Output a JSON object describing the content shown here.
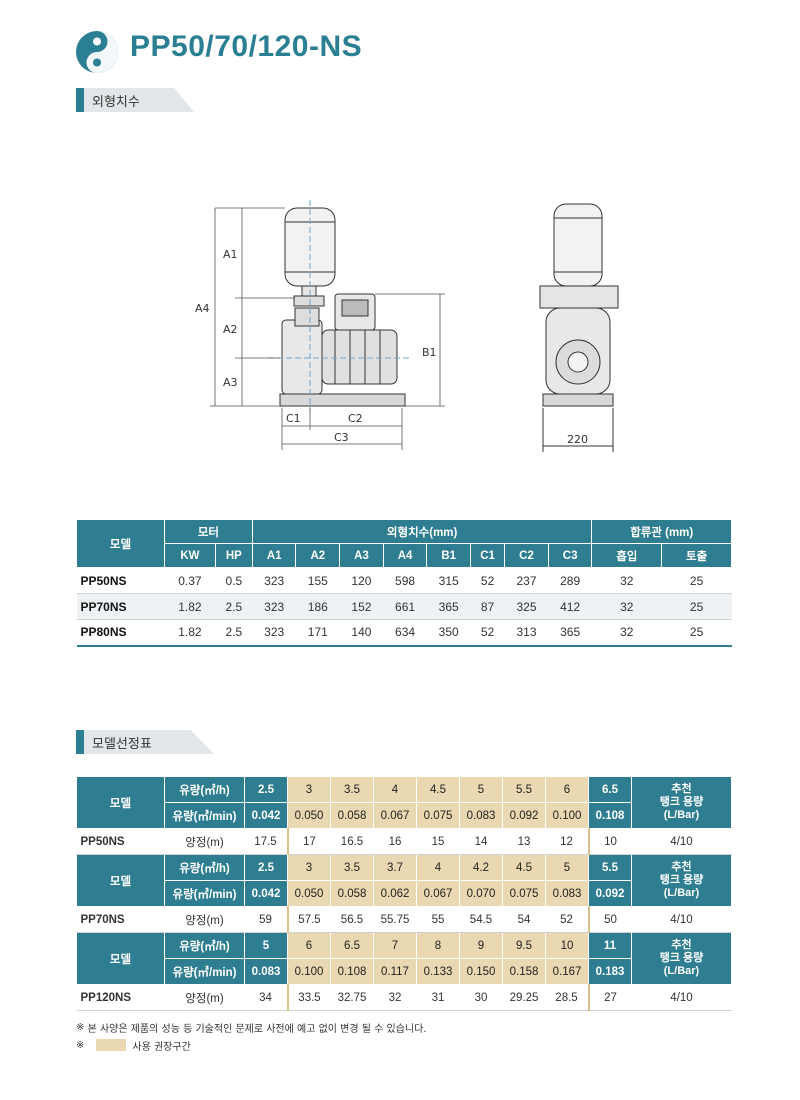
{
  "header": {
    "title": "PP50/70/120-NS",
    "brand_color": "#2a7f93"
  },
  "sections": {
    "dimensions": "외형치수",
    "model_select": "모델선정표"
  },
  "drawing": {
    "labels": [
      "A1",
      "A2",
      "A3",
      "A4",
      "B1",
      "C1",
      "C2",
      "C3",
      "220"
    ]
  },
  "dim_table": {
    "group_headers": {
      "model": "모델",
      "motor": "모터",
      "dims": "외형치수(mm)",
      "pipe": "합류관 (mm)"
    },
    "sub_headers": [
      "KW",
      "HP",
      "A1",
      "A2",
      "A3",
      "A4",
      "B1",
      "C1",
      "C2",
      "C3",
      "흡입",
      "토출"
    ],
    "rows": [
      {
        "model": "PP50NS",
        "values": [
          "0.37",
          "0.5",
          "323",
          "155",
          "120",
          "598",
          "315",
          "52",
          "237",
          "289",
          "32",
          "25"
        ]
      },
      {
        "model": "PP70NS",
        "values": [
          "1.82",
          "2.5",
          "323",
          "186",
          "152",
          "661",
          "365",
          "87",
          "325",
          "412",
          "32",
          "25"
        ]
      },
      {
        "model": "PP80NS",
        "values": [
          "1.82",
          "2.5",
          "323",
          "171",
          "140",
          "634",
          "350",
          "52",
          "313",
          "365",
          "32",
          "25"
        ]
      }
    ]
  },
  "sel_table": {
    "model_label": "모델",
    "flow_h_label": "유량(㎥/h)",
    "flow_min_label": "유량(㎥/min)",
    "head_label": "양정(m)",
    "tank_label_1": "추천",
    "tank_label_2": "탱크 용량",
    "tank_label_3": "(L/Bar)",
    "groups": [
      {
        "model": "PP50NS",
        "flow_h": [
          "2.5",
          "3",
          "3.5",
          "4",
          "4.5",
          "5",
          "5.5",
          "6",
          "6.5"
        ],
        "flow_min": [
          "0.042",
          "0.050",
          "0.058",
          "0.067",
          "0.075",
          "0.083",
          "0.092",
          "0.100",
          "0.108"
        ],
        "head": [
          "17.5",
          "17",
          "16.5",
          "16",
          "15",
          "14",
          "13",
          "12",
          "10"
        ],
        "tank": "4/10"
      },
      {
        "model": "PP70NS",
        "flow_h": [
          "2.5",
          "3",
          "3.5",
          "3.7",
          "4",
          "4.2",
          "4.5",
          "5",
          "5.5"
        ],
        "flow_min": [
          "0.042",
          "0.050",
          "0.058",
          "0.062",
          "0.067",
          "0.070",
          "0.075",
          "0.083",
          "0.092"
        ],
        "head": [
          "59",
          "57.5",
          "56.5",
          "55.75",
          "55",
          "54.5",
          "54",
          "52",
          "50"
        ],
        "tank": "4/10"
      },
      {
        "model": "PP120NS",
        "flow_h": [
          "5",
          "6",
          "6.5",
          "7",
          "8",
          "9",
          "9.5",
          "10",
          "11"
        ],
        "flow_min": [
          "0.083",
          "0.100",
          "0.108",
          "0.117",
          "0.133",
          "0.150",
          "0.158",
          "0.167",
          "0.183"
        ],
        "head": [
          "34",
          "33.5",
          "32.75",
          "32",
          "31",
          "30",
          "29.25",
          "28.5",
          "27"
        ],
        "tank": "4/10"
      }
    ]
  },
  "notes": {
    "mark": "※",
    "note1": "본 사양은 제품의 성능 등 기술적인 문제로 사전에 예고 없이 변경 될 수 있습니다.",
    "note2": "사용 권장구간"
  }
}
